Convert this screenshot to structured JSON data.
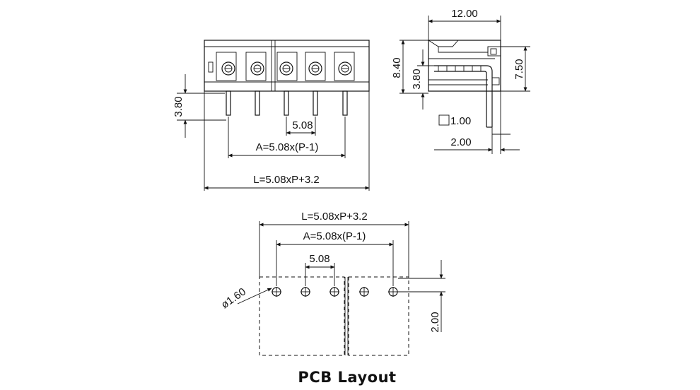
{
  "front_view": {
    "pin_length_label": "3.80",
    "pitch_label": "5.08",
    "pin_span_label": "A=5.08x(P-1)",
    "total_length_label": "L=5.08xP+3.2"
  },
  "side_view": {
    "depth_label": "12.00",
    "height_label": "8.40",
    "pin_offset_label": "3.80",
    "body_height_label": "7.50",
    "pin_size_label": "1.00",
    "pin_pitch_label": "2.00"
  },
  "pcb_layout": {
    "total_length_label": "L=5.08xP+3.2",
    "pin_span_label": "A=5.08x(P-1)",
    "pitch_label": "5.08",
    "hole_label": "ø1.60",
    "row_offset_label": "2.00",
    "title": "PCB Layout"
  }
}
